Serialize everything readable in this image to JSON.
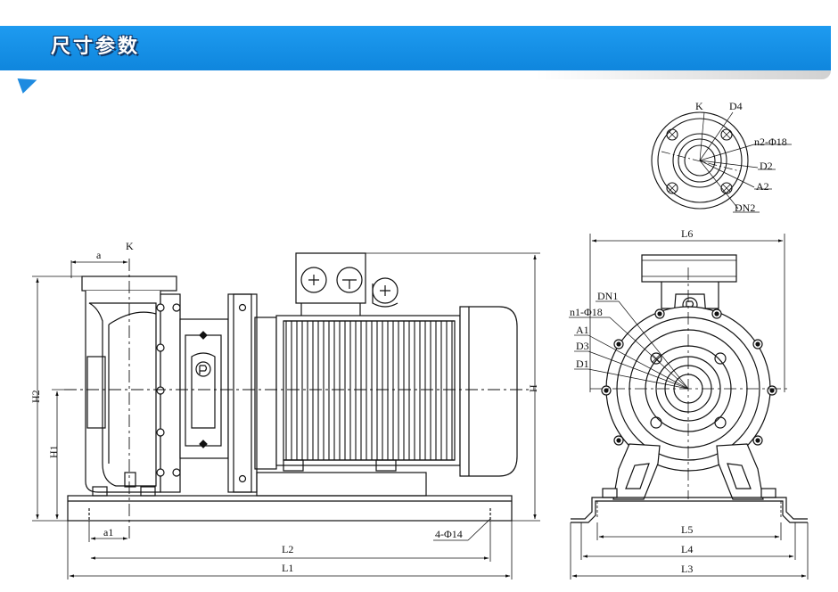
{
  "header": {
    "title": "尺寸参数",
    "accent_color": "#1e9bf0"
  },
  "side_view": {
    "labels": {
      "a": "a",
      "k": "K",
      "h2": "H2",
      "h1": "H1",
      "h": "H",
      "a1": "a1",
      "l2": "L2",
      "l1": "L1",
      "bolt_holes": "4-Φ14"
    }
  },
  "flange_view": {
    "labels": {
      "k": "K",
      "d4": "D4",
      "n2_holes": "n2-Φ18",
      "d2": "D2",
      "a2": "A2",
      "dn2": "DN2"
    }
  },
  "front_view": {
    "labels": {
      "l6": "L6",
      "dn1": "DN1",
      "n1_holes": "n1-Φ18",
      "a1": "A1",
      "d3": "D3",
      "d1": "D1",
      "l5": "L5",
      "l4": "L4",
      "l3": "L3"
    }
  }
}
